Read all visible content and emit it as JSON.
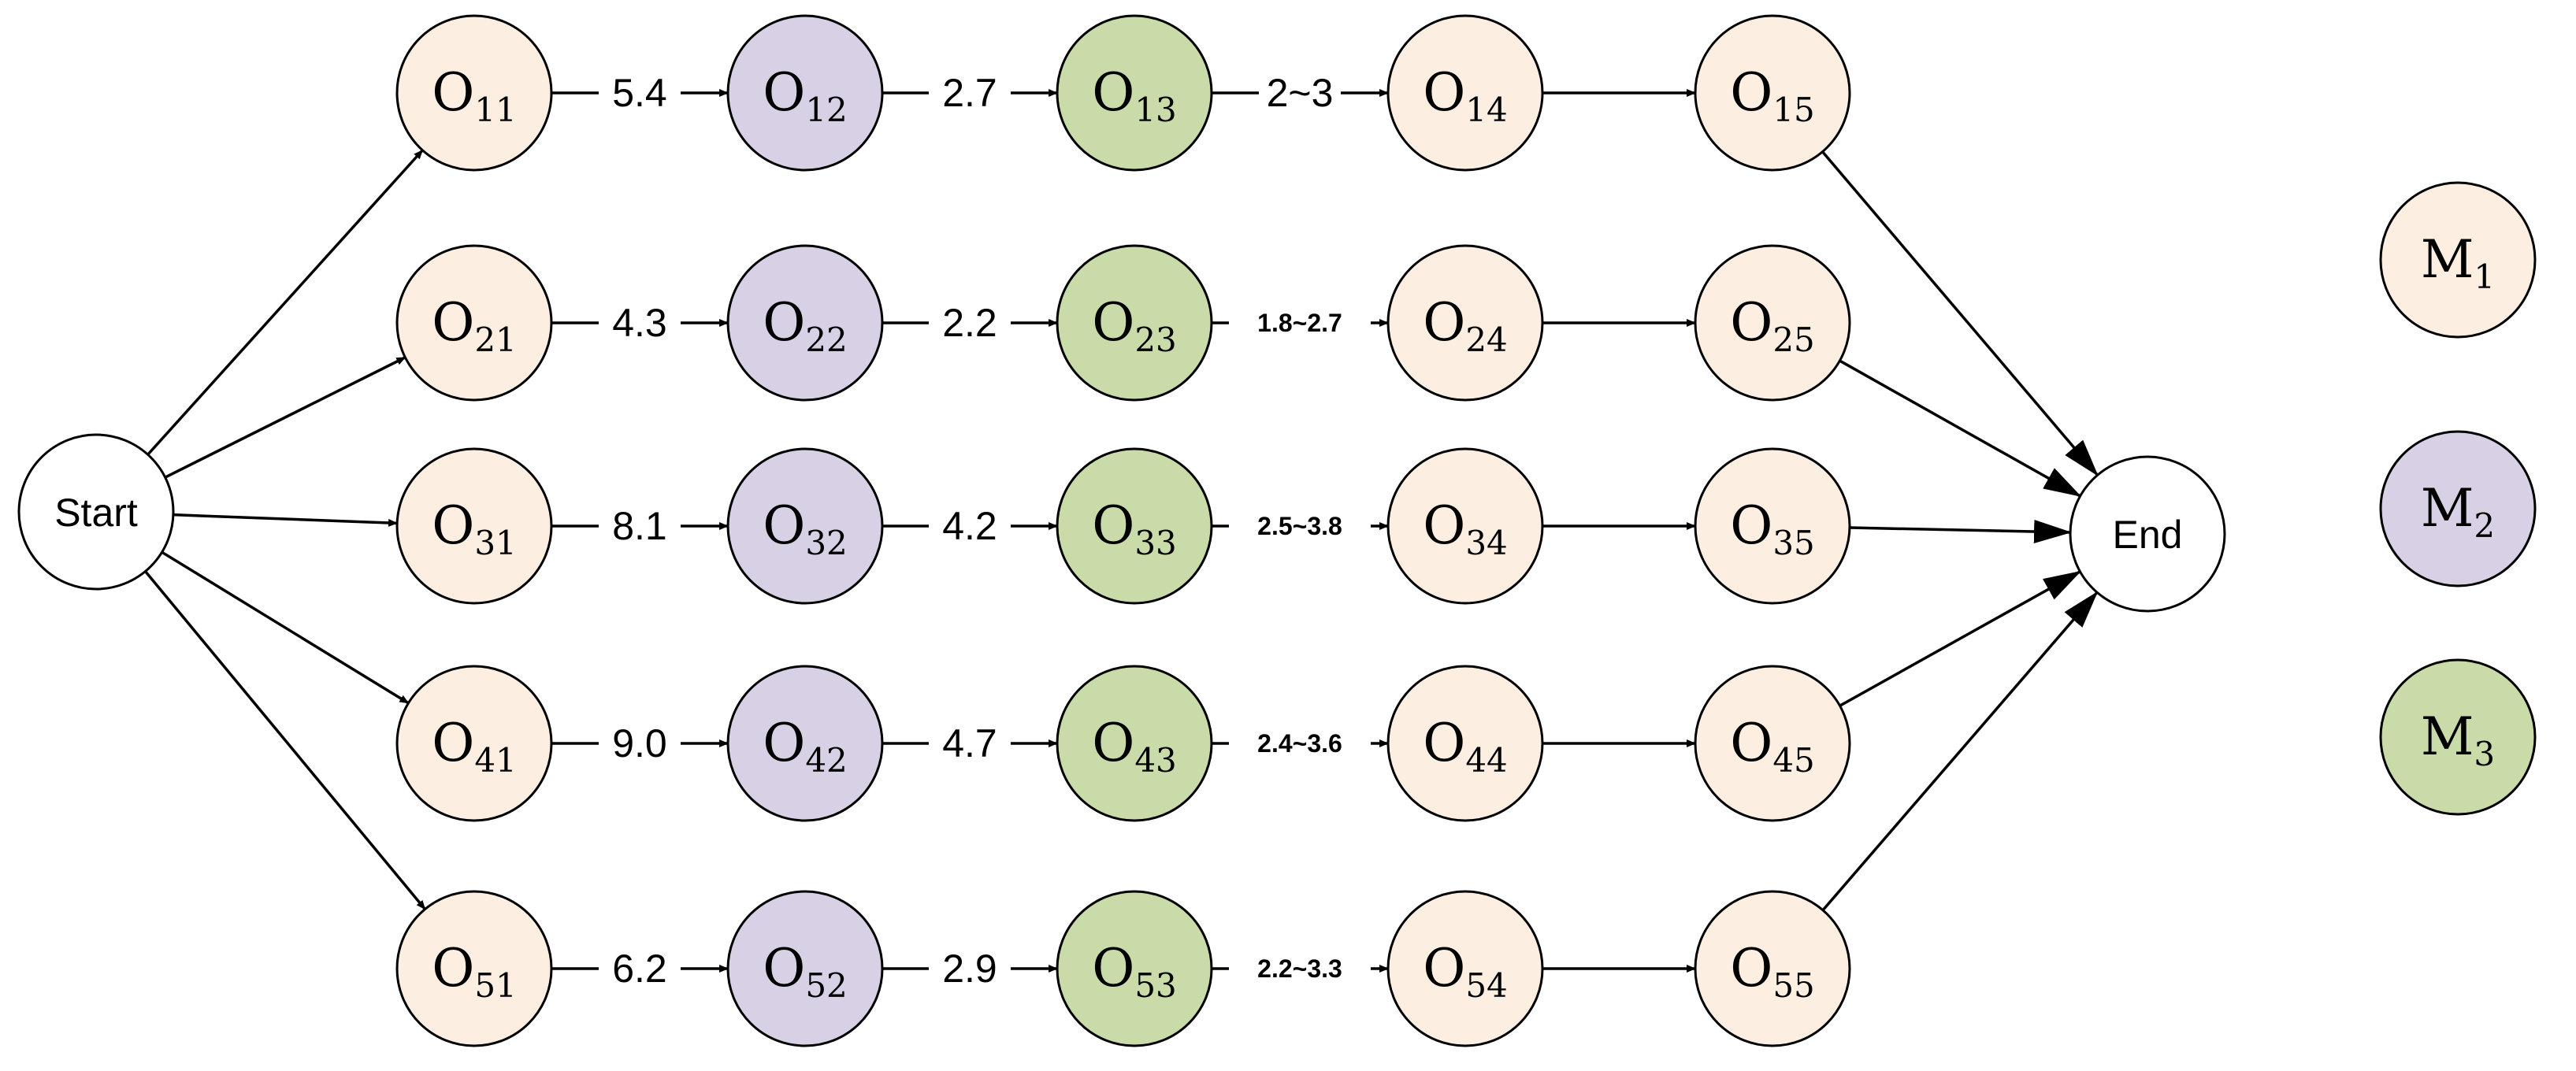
{
  "colors": {
    "M1": "#fdeee2",
    "M2": "#d8d0e4",
    "M3": "#c9dba9",
    "terminal": "#ffffff",
    "stroke": "#000000"
  },
  "start_label": "Start",
  "end_label": "End",
  "jobs": [
    {
      "ops": [
        {
          "base": "O",
          "sub": "11",
          "machine": "M1"
        },
        {
          "base": "O",
          "sub": "12",
          "machine": "M2"
        },
        {
          "base": "O",
          "sub": "13",
          "machine": "M3"
        },
        {
          "base": "O",
          "sub": "14",
          "machine": "M1"
        },
        {
          "base": "O",
          "sub": "15",
          "machine": "M1"
        }
      ],
      "edge_labels": [
        "5.4",
        "2.7",
        "2~3",
        ""
      ]
    },
    {
      "ops": [
        {
          "base": "O",
          "sub": "21",
          "machine": "M1"
        },
        {
          "base": "O",
          "sub": "22",
          "machine": "M2"
        },
        {
          "base": "O",
          "sub": "23",
          "machine": "M3"
        },
        {
          "base": "O",
          "sub": "24",
          "machine": "M1"
        },
        {
          "base": "O",
          "sub": "25",
          "machine": "M1"
        }
      ],
      "edge_labels": [
        "4.3",
        "2.2",
        "1.8~2.7",
        ""
      ]
    },
    {
      "ops": [
        {
          "base": "O",
          "sub": "31",
          "machine": "M1"
        },
        {
          "base": "O",
          "sub": "32",
          "machine": "M2"
        },
        {
          "base": "O",
          "sub": "33",
          "machine": "M3"
        },
        {
          "base": "O",
          "sub": "34",
          "machine": "M1"
        },
        {
          "base": "O",
          "sub": "35",
          "machine": "M1"
        }
      ],
      "edge_labels": [
        "8.1",
        "4.2",
        "2.5~3.8",
        ""
      ]
    },
    {
      "ops": [
        {
          "base": "O",
          "sub": "41",
          "machine": "M1"
        },
        {
          "base": "O",
          "sub": "42",
          "machine": "M2"
        },
        {
          "base": "O",
          "sub": "43",
          "machine": "M3"
        },
        {
          "base": "O",
          "sub": "44",
          "machine": "M1"
        },
        {
          "base": "O",
          "sub": "45",
          "machine": "M1"
        }
      ],
      "edge_labels": [
        "9.0",
        "4.7",
        "2.4~3.6",
        ""
      ]
    },
    {
      "ops": [
        {
          "base": "O",
          "sub": "51",
          "machine": "M1"
        },
        {
          "base": "O",
          "sub": "52",
          "machine": "M2"
        },
        {
          "base": "O",
          "sub": "53",
          "machine": "M3"
        },
        {
          "base": "O",
          "sub": "54",
          "machine": "M1"
        },
        {
          "base": "O",
          "sub": "55",
          "machine": "M1"
        }
      ],
      "edge_labels": [
        "6.2",
        "2.9",
        "2.2~3.3",
        ""
      ]
    }
  ],
  "legend": [
    {
      "base": "M",
      "sub": "1",
      "machine": "M1"
    },
    {
      "base": "M",
      "sub": "2",
      "machine": "M2"
    },
    {
      "base": "M",
      "sub": "3",
      "machine": "M3"
    }
  ]
}
